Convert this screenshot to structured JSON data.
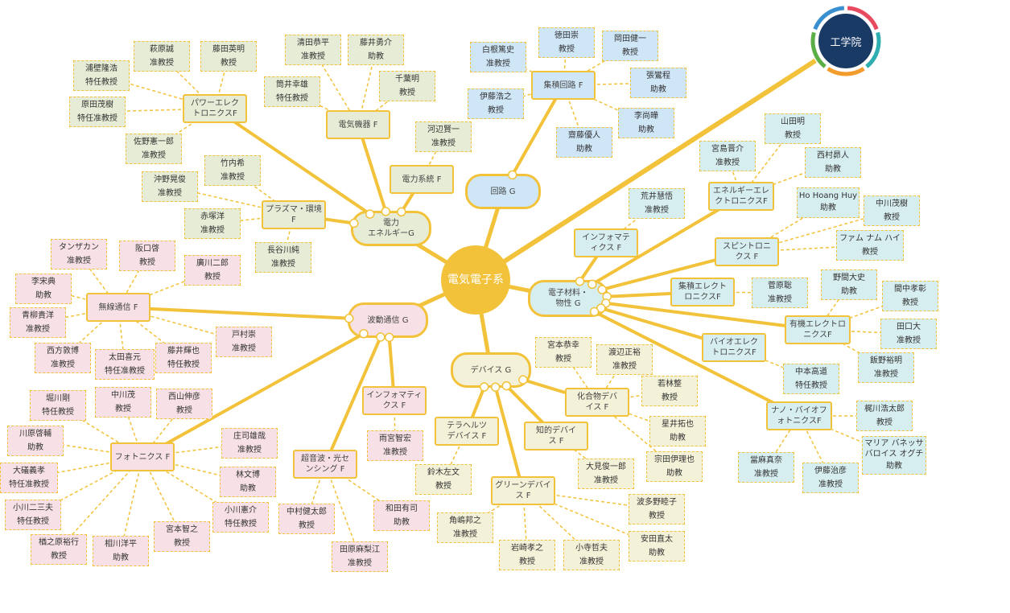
{
  "graduate_school": {
    "label": "工学院",
    "ring_colors": [
      "#e84a5f",
      "#2eaeb0",
      "#f39c2e",
      "#5caf47",
      "#3a8fd0"
    ]
  },
  "department": {
    "label": "電気電子系"
  },
  "colors": {
    "accent": "#f2c23a",
    "logo_ring": "#1a3a66"
  },
  "groups": [
    {
      "id": "g_energy",
      "label": "電力\nエネルギーG",
      "color": "g"
    },
    {
      "id": "g_circuit",
      "label": "回路 G",
      "color": "b"
    },
    {
      "id": "g_material",
      "label": "電子材料・\n物性 G",
      "color": "t"
    },
    {
      "id": "g_wave",
      "label": "波動通信 G",
      "color": "p"
    },
    {
      "id": "g_device",
      "label": "デバイス G",
      "color": "y"
    }
  ],
  "labs": [
    {
      "id": "l_power",
      "group": "g_energy",
      "label": "パワーエレク\nトロニクスF",
      "color": "g"
    },
    {
      "id": "l_machine",
      "group": "g_energy",
      "label": "電気機器 F",
      "color": "g"
    },
    {
      "id": "l_system",
      "group": "g_energy",
      "label": "電力系統 F",
      "color": "g"
    },
    {
      "id": "l_plasma",
      "group": "g_energy",
      "label": "プラズマ・環境\nF",
      "color": "g"
    },
    {
      "id": "l_ic",
      "group": "g_circuit",
      "label": "集積回路 F",
      "color": "b"
    },
    {
      "id": "l_info_m",
      "group": "g_material",
      "label": "インフォマテ\nィクス F",
      "color": "t"
    },
    {
      "id": "l_energyelec",
      "group": "g_material",
      "label": "エネルギーエレ\nクトロニクスF",
      "color": "t"
    },
    {
      "id": "l_spin",
      "group": "g_material",
      "label": "スピントロニ\nクス F",
      "color": "t"
    },
    {
      "id": "l_integ",
      "group": "g_material",
      "label": "集積エレクト\nロニクスF",
      "color": "t"
    },
    {
      "id": "l_organic",
      "group": "g_material",
      "label": "有機エレクトロ\nニクスF",
      "color": "t"
    },
    {
      "id": "l_bio",
      "group": "g_material",
      "label": "バイオエレク\nトロニクスF",
      "color": "t"
    },
    {
      "id": "l_nanobio",
      "group": "g_material",
      "label": "ナノ・バイオフ\nォトニクスF",
      "color": "t"
    },
    {
      "id": "l_wireless",
      "group": "g_wave",
      "label": "無線通信 F",
      "color": "p"
    },
    {
      "id": "l_photonics",
      "group": "g_wave",
      "label": "フォトニクス F",
      "color": "p"
    },
    {
      "id": "l_ultra",
      "group": "g_wave",
      "label": "超音波・光セ\nンシング F",
      "color": "p"
    },
    {
      "id": "l_info_w",
      "group": "g_wave",
      "label": "インフォマティ\nクス F",
      "color": "p"
    },
    {
      "id": "l_thz",
      "group": "g_device",
      "label": "テラヘルツ\nデバイス F",
      "color": "y"
    },
    {
      "id": "l_green",
      "group": "g_device",
      "label": "グリーンデバイ\nス F",
      "color": "y"
    },
    {
      "id": "l_intel",
      "group": "g_device",
      "label": "知的デバイ\nス F",
      "color": "y"
    },
    {
      "id": "l_compound",
      "group": "g_device",
      "label": "化合物デバ\nイス F",
      "color": "y"
    }
  ],
  "members": [
    {
      "lab": "l_power",
      "name": "萩原誠",
      "title": "准教授"
    },
    {
      "lab": "l_power",
      "name": "藤田英明",
      "title": "教授"
    },
    {
      "lab": "l_power",
      "name": "浦壁隆浩",
      "title": "特任教授"
    },
    {
      "lab": "l_power",
      "name": "原田茂樹",
      "title": "特任准教授"
    },
    {
      "lab": "l_power",
      "name": "佐野憲一郎",
      "title": "准教授"
    },
    {
      "lab": "l_machine",
      "name": "清田恭平",
      "title": "准教授"
    },
    {
      "lab": "l_machine",
      "name": "藤井勇介",
      "title": "助教"
    },
    {
      "lab": "l_machine",
      "name": "筒井幸雄",
      "title": "特任教授"
    },
    {
      "lab": "l_machine",
      "name": "千葉明",
      "title": "教授"
    },
    {
      "lab": "l_system",
      "name": "河辺賢一",
      "title": "准教授"
    },
    {
      "lab": "l_plasma",
      "name": "竹内希",
      "title": "准教授"
    },
    {
      "lab": "l_plasma",
      "name": "沖野晃俊",
      "title": "准教授"
    },
    {
      "lab": "l_plasma",
      "name": "赤塚洋",
      "title": "准教授"
    },
    {
      "lab": "l_plasma",
      "name": "長谷川純",
      "title": "准教授"
    },
    {
      "lab": "l_ic",
      "name": "白根篤史",
      "title": "准教授"
    },
    {
      "lab": "l_ic",
      "name": "徳田崇",
      "title": "教授"
    },
    {
      "lab": "l_ic",
      "name": "岡田健一",
      "title": "教授"
    },
    {
      "lab": "l_ic",
      "name": "張鸞程",
      "title": "助教"
    },
    {
      "lab": "l_ic",
      "name": "伊藤浩之",
      "title": "教授"
    },
    {
      "lab": "l_ic",
      "name": "李尚曄",
      "title": "助教"
    },
    {
      "lab": "l_ic",
      "name": "齋藤優人",
      "title": "助教"
    },
    {
      "lab": "l_info_m",
      "name": "荒井慧悟",
      "title": "准教授"
    },
    {
      "lab": "l_energyelec",
      "name": "山田明",
      "title": "教授"
    },
    {
      "lab": "l_energyelec",
      "name": "宮島晋介",
      "title": "准教授"
    },
    {
      "lab": "l_energyelec",
      "name": "西村昴人",
      "title": "助教"
    },
    {
      "lab": "l_spin",
      "name": "Ho Hoang Huy",
      "title": "助教"
    },
    {
      "lab": "l_spin",
      "name": "中川茂樹",
      "title": "教授"
    },
    {
      "lab": "l_spin",
      "name": "ファム ナム ハイ",
      "title": "教授"
    },
    {
      "lab": "l_integ",
      "name": "菅原聡",
      "title": "准教授"
    },
    {
      "lab": "l_organic",
      "name": "野間大史",
      "title": "助教"
    },
    {
      "lab": "l_organic",
      "name": "間中孝彰",
      "title": "教授"
    },
    {
      "lab": "l_organic",
      "name": "田口大",
      "title": "准教授"
    },
    {
      "lab": "l_organic",
      "name": "飯野裕明",
      "title": "准教授"
    },
    {
      "lab": "l_bio",
      "name": "中本高道",
      "title": "特任教授"
    },
    {
      "lab": "l_nanobio",
      "name": "梶川浩太郎",
      "title": "教授"
    },
    {
      "lab": "l_nanobio",
      "name": "マリア バネッサ バロイス オグチ",
      "title": "助教"
    },
    {
      "lab": "l_nanobio",
      "name": "當麻真奈",
      "title": "准教授"
    },
    {
      "lab": "l_nanobio",
      "name": "伊藤治彦",
      "title": "准教授"
    },
    {
      "lab": "l_wireless",
      "name": "タンザカン",
      "title": "准教授"
    },
    {
      "lab": "l_wireless",
      "name": "阪口啓",
      "title": "教授"
    },
    {
      "lab": "l_wireless",
      "name": "廣川二郎",
      "title": "教授"
    },
    {
      "lab": "l_wireless",
      "name": "李宋典",
      "title": "助教"
    },
    {
      "lab": "l_wireless",
      "name": "青柳貴洋",
      "title": "准教授"
    },
    {
      "lab": "l_wireless",
      "name": "西方敦博",
      "title": "准教授"
    },
    {
      "lab": "l_wireless",
      "name": "太田喜元",
      "title": "特任准教授"
    },
    {
      "lab": "l_wireless",
      "name": "藤井輝也",
      "title": "特任教授"
    },
    {
      "lab": "l_wireless",
      "name": "戸村崇",
      "title": "准教授"
    },
    {
      "lab": "l_photonics",
      "name": "堀川剛",
      "title": "特任教授"
    },
    {
      "lab": "l_photonics",
      "name": "中川茂",
      "title": "教授"
    },
    {
      "lab": "l_photonics",
      "name": "西山伸彦",
      "title": "教授"
    },
    {
      "lab": "l_photonics",
      "name": "川原啓輔",
      "title": "助教"
    },
    {
      "lab": "l_photonics",
      "name": "大礒義孝",
      "title": "特任准教授"
    },
    {
      "lab": "l_photonics",
      "name": "小川二三夫",
      "title": "特任教授"
    },
    {
      "lab": "l_photonics",
      "name": "楢之原裕行",
      "title": "教授"
    },
    {
      "lab": "l_photonics",
      "name": "相川洋平",
      "title": "助教"
    },
    {
      "lab": "l_photonics",
      "name": "宮本智之",
      "title": "教授"
    },
    {
      "lab": "l_photonics",
      "name": "小川憲介",
      "title": "特任教授"
    },
    {
      "lab": "l_photonics",
      "name": "林文博",
      "title": "助教"
    },
    {
      "lab": "l_photonics",
      "name": "庄司雄哉",
      "title": "准教授"
    },
    {
      "lab": "l_ultra",
      "name": "中村健太郎",
      "title": "教授"
    },
    {
      "lab": "l_ultra",
      "name": "田原麻梨江",
      "title": "准教授"
    },
    {
      "lab": "l_ultra",
      "name": "和田有司",
      "title": "助教"
    },
    {
      "lab": "l_info_w",
      "name": "雨宮智宏",
      "title": "准教授"
    },
    {
      "lab": "l_thz",
      "name": "鈴木左文",
      "title": "教授"
    },
    {
      "lab": "l_green",
      "name": "角嶋邦之",
      "title": "准教授"
    },
    {
      "lab": "l_green",
      "name": "岩崎孝之",
      "title": "教授"
    },
    {
      "lab": "l_green",
      "name": "小寺哲夫",
      "title": "准教授"
    },
    {
      "lab": "l_green",
      "name": "安田直太",
      "title": "助教"
    },
    {
      "lab": "l_green",
      "name": "波多野睦子",
      "title": "教授"
    },
    {
      "lab": "l_intel",
      "name": "大見俊一郎",
      "title": "准教授"
    },
    {
      "lab": "l_compound",
      "name": "宮本恭幸",
      "title": "教授"
    },
    {
      "lab": "l_compound",
      "name": "渡辺正裕",
      "title": "准教授"
    },
    {
      "lab": "l_compound",
      "name": "若林整",
      "title": "教授"
    },
    {
      "lab": "l_compound",
      "name": "星井拓也",
      "title": "助教"
    },
    {
      "lab": "l_compound",
      "name": "宗田伊理也",
      "title": "助教"
    }
  ]
}
